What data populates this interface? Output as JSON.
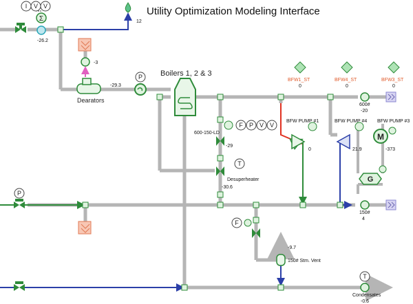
{
  "title": "Utility Optimization Modeling Interface",
  "labels": {
    "dearators": "Dearators",
    "boilers": "Boilers 1, 2 & 3",
    "desuperheater": "Desuperheater",
    "v600_150_ld": "600-150-LD",
    "bfw_pump_1": "BFW PUMP #1",
    "bfw_pump_4": "BFW PUMP #4",
    "bfw_pump_3": "BFW PUMP #3",
    "bfw1_st": "BFW1_ST",
    "bfw4_st": "BFW4_ST",
    "bfw3_st": "BFW3_ST",
    "header_600": "600#",
    "header_150": "150#",
    "stm_vent": "150# Stm. Vent",
    "condensates": "Condensates"
  },
  "values": {
    "top_flow": "12",
    "top_left": "-26.2",
    "pink_flow": "-3",
    "dearator_out": "-29.3",
    "bfw1_st": "0",
    "bfw4_st": "0",
    "bfw3_st": "0",
    "header_600": "-20",
    "v600_150": "-29",
    "pump1": "0",
    "pump4": "21.9",
    "pump3": "-373",
    "desuperheater": "-30.6",
    "header_150": "4",
    "vent_top": "-9.7",
    "condensates": "-0.6"
  },
  "instruments": {
    "i": "I",
    "v": "V",
    "sigma": "Σ",
    "p": "P",
    "f": "F",
    "t": "T",
    "m": "M",
    "g": "G"
  },
  "colors": {
    "pipe": "#b5b5b5",
    "green": "#2e8b3a",
    "blue": "#2b3fa8",
    "red": "#e03020",
    "pink": "#e060c0",
    "salmon": "#f2a58a",
    "purple": "#8a86d0"
  }
}
